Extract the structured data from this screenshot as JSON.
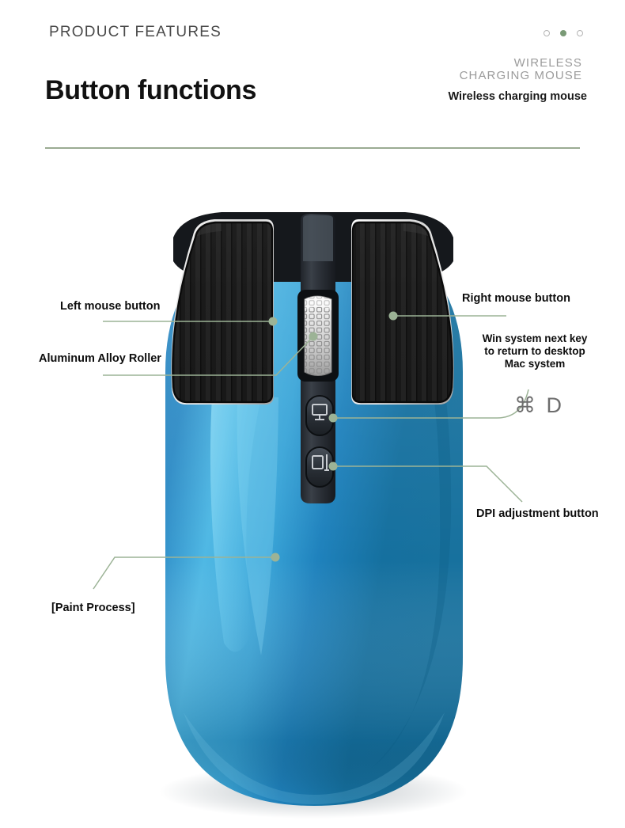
{
  "header": {
    "eyebrow": "PRODUCT FEATURES",
    "headline": "Button functions",
    "brand_line1": "WIRELESS",
    "brand_line2": "CHARGING MOUSE",
    "brand_sub": "Wireless charging mouse"
  },
  "pagination": {
    "dots": [
      "hollow",
      "filled",
      "hollow"
    ],
    "active_index": 1
  },
  "callouts": {
    "left_mouse_button": "Left mouse button",
    "aluminum_alloy_roller": "Aluminum Alloy Roller",
    "right_mouse_button": "Right mouse button",
    "win_system": "Win system next key to return to desktop Mac system",
    "command_shortcut": "⌘ D",
    "dpi_adjustment": "DPI adjustment button",
    "paint_process": "[Paint Process]"
  },
  "product": {
    "display_button_icon": "monitor-icon",
    "dpi_button_icon": "dpi-icon",
    "scroll_wheel": "aluminum-alloy-scroll-wheel"
  },
  "colors": {
    "accent_green": "#7a9a76",
    "rule_green": "#9aab92",
    "leader_green": "#9cb396",
    "body_blue": "#1e7fbf",
    "body_blue_light": "#45b4e0",
    "body_blue_dark": "#11618f",
    "button_black": "#1b1b1b",
    "chrome": "#e8e8e8",
    "brand_gray": "#9b9b9b",
    "cmd_gray": "#6d6d6d"
  }
}
